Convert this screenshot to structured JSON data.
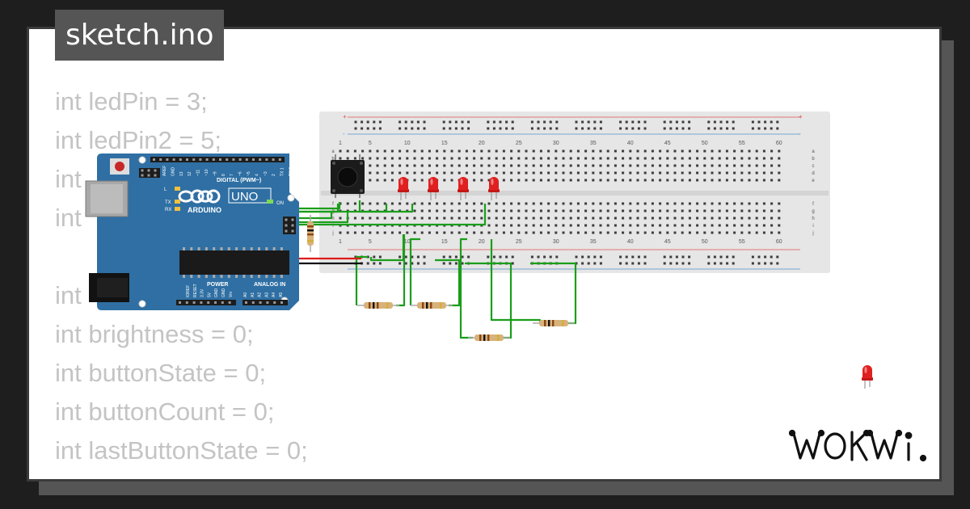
{
  "sketch": {
    "filename": "sketch.ino"
  },
  "code_lines": [
    "int ledPin = 3;",
    "int ledPin2 = 5;",
    "int",
    "int",
    "",
    "int",
    "int brightness = 0;",
    "int buttonState = 0;",
    "int buttonCount = 0;",
    "int lastButtonState = 0;"
  ],
  "arduino": {
    "brand": "ARDUINO",
    "model": "UNO",
    "labels": {
      "digital": "DIGITAL (PWM~)",
      "power": "POWER",
      "analog": "ANALOG IN",
      "aref": "AREF",
      "gnd": "GND",
      "tx": "TX",
      "rx": "RX",
      "l": "L",
      "on": "ON",
      "ioref": "IOREF",
      "reset": "RESET",
      "v33": "3.3V",
      "v5": "5V",
      "vin": "Vin"
    },
    "digital_pins": [
      "13",
      "12",
      "~11",
      "~10",
      "~9",
      "8",
      "7",
      "~6",
      "~5",
      "4",
      "~3",
      "2",
      "TX 1",
      "RX 0"
    ],
    "analog_pins": [
      "A0",
      "A1",
      "A2",
      "A3",
      "A4",
      "A5"
    ]
  },
  "breadboard": {
    "column_numbers": [
      "1",
      "5",
      "10",
      "15",
      "20",
      "25",
      "30",
      "35",
      "40",
      "45",
      "50",
      "55",
      "60"
    ],
    "row_letters_top": [
      "a",
      "b",
      "c",
      "d",
      "e"
    ],
    "row_letters_bottom": [
      "f",
      "g",
      "h",
      "i",
      "j"
    ],
    "rail_plus": "+",
    "rail_minus": "-"
  },
  "components": {
    "leds": 5,
    "resistors": 5,
    "pushbuttons": 1,
    "led_color": "#e02020",
    "wire_colors": {
      "green": "#1a9e1a",
      "red": "#e01b1b",
      "black": "#111111"
    }
  },
  "branding": {
    "logo_text": "WOKWi"
  },
  "colors": {
    "arduino_board": "#2f6fa3",
    "badge_bg": "#555555",
    "code_text": "#c4c4c4",
    "breadboard": "#e6e6e6"
  }
}
